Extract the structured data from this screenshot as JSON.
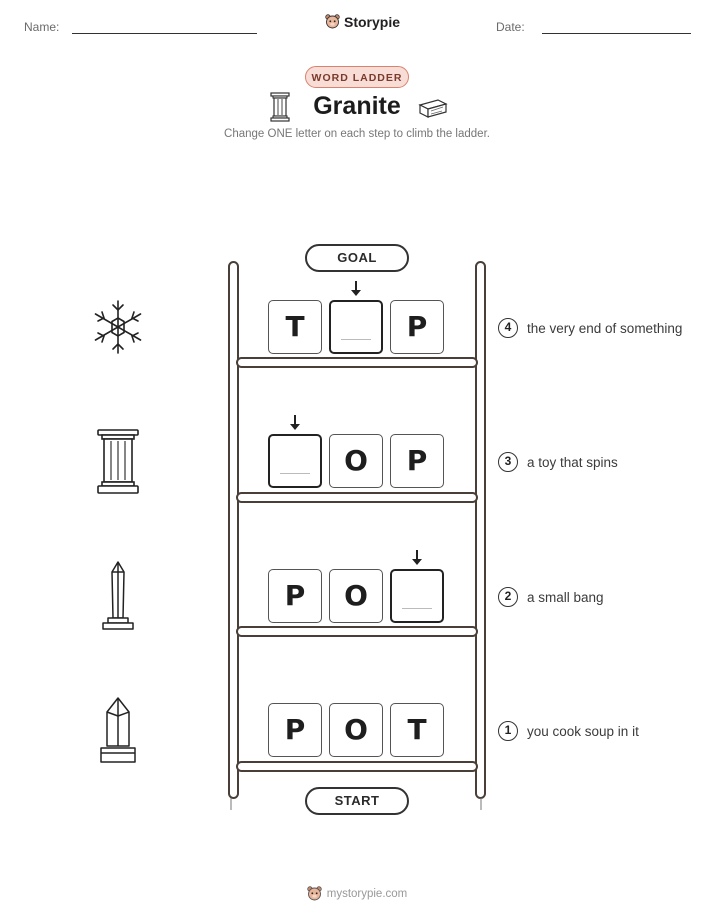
{
  "header": {
    "name_label": "Name:",
    "date_label": "Date:",
    "brand": "Storypie"
  },
  "badge": "WORD LADDER",
  "title": "Granite",
  "subtitle": "Change ONE letter on each step to climb the ladder.",
  "ladder": {
    "goal_label": "GOAL",
    "start_label": "START",
    "rungs": [
      {
        "number": "4",
        "clue": "the very end of something",
        "letters": [
          "T",
          "",
          "P"
        ],
        "blank_index": 1,
        "icon": "snowflake-icon"
      },
      {
        "number": "3",
        "clue": "a toy that spins",
        "letters": [
          "",
          "O",
          "P"
        ],
        "blank_index": 0,
        "icon": "column-icon"
      },
      {
        "number": "2",
        "clue": "a small bang",
        "letters": [
          "P",
          "O",
          ""
        ],
        "blank_index": 2,
        "icon": "obelisk-icon"
      },
      {
        "number": "1",
        "clue": "you cook soup in it",
        "letters": [
          "P",
          "O",
          "T"
        ],
        "blank_index": -1,
        "icon": "crystal-icon"
      }
    ]
  },
  "footer": "mystorypie.com",
  "colors": {
    "accent_fill": "#f7ddd6",
    "accent_border": "#d9826e",
    "ladder": "#4a3f38"
  }
}
